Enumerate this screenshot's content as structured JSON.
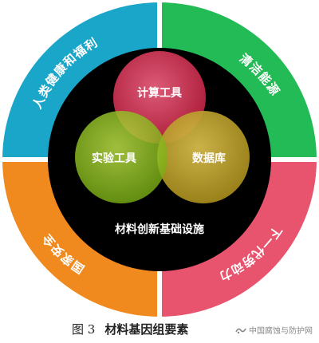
{
  "diagram": {
    "segments": [
      {
        "label": "人类健康和福利",
        "color": "#1aa6c8"
      },
      {
        "label": "清洁能源",
        "color": "#22bb55"
      },
      {
        "label": "下一代劳动力",
        "color": "#e8536e"
      },
      {
        "label": "国家安全",
        "color": "#f08a1e"
      }
    ],
    "core_label": "材料创新基础设施",
    "core_color": "#000000",
    "circles": [
      {
        "label": "计算工具",
        "color": "#d6385a"
      },
      {
        "label": "实验工具",
        "color": "#a6d32a"
      },
      {
        "label": "数据库",
        "color": "#c8a832"
      }
    ]
  },
  "caption": {
    "figure_number": "图 3",
    "title": "材料基因组要素"
  },
  "watermark": {
    "text": "中国腐蚀与防护网",
    "icon": "wave-logo-icon"
  }
}
